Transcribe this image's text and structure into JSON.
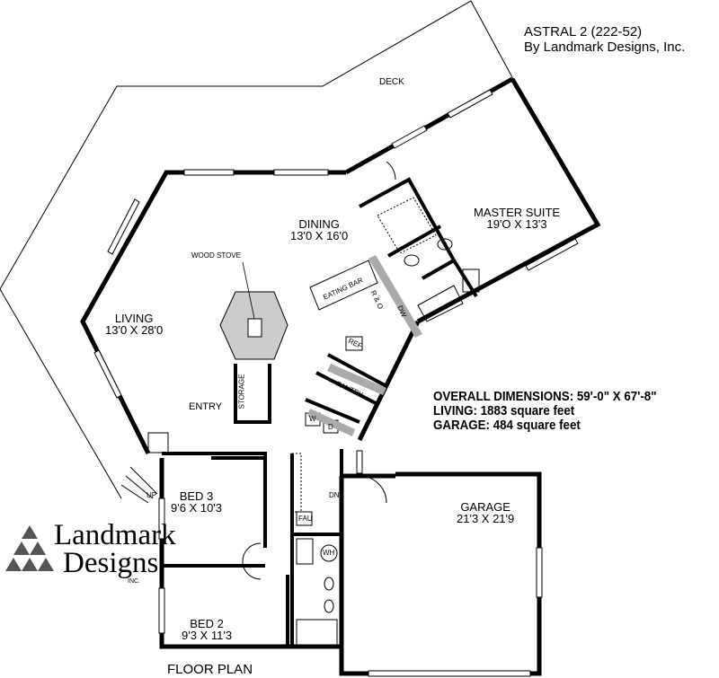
{
  "header": {
    "plan_name": "ASTRAL 2 (222-52)",
    "designer": "By Landmark Designs, Inc."
  },
  "rooms": {
    "deck": "DECK",
    "dining": {
      "name": "DINING",
      "size": "13'0 X 16'0"
    },
    "master_suite": {
      "name": "MASTER SUITE",
      "size": "19'O X 13'3"
    },
    "living": {
      "name": "LIVING",
      "size": "13'0 X 28'0"
    },
    "bed3": {
      "name": "BED 3",
      "size": "9'6 X 10'3"
    },
    "bed2": {
      "name": "BED 2",
      "size": "9'3 X 11'3"
    },
    "garage": {
      "name": "GARAGE",
      "size": "21'3 X 21'9"
    },
    "entry": "ENTRY",
    "pantry": "PANTRY",
    "storage": "STORAGE"
  },
  "fixtures": {
    "wood_stove": "WOOD STOVE",
    "eating_bar": "EATING BAR",
    "range_oven": "R & O",
    "dishwasher": "DW",
    "refrigerator": "REF",
    "washer": "W",
    "dryer": "D",
    "furnace": "FAU",
    "water_heater": "WH",
    "stairs_up": "UP",
    "stairs_down": "DN"
  },
  "summary": {
    "overall": "OVERALL DIMENSIONS: 59'-0\" X 67'-8\"",
    "living": "LIVING: 1883 square feet",
    "garage": "GARAGE: 484 square feet"
  },
  "logo": {
    "line1": "Landmark",
    "line2": "Designs",
    "suffix": "INC."
  },
  "caption": "FLOOR PLAN"
}
